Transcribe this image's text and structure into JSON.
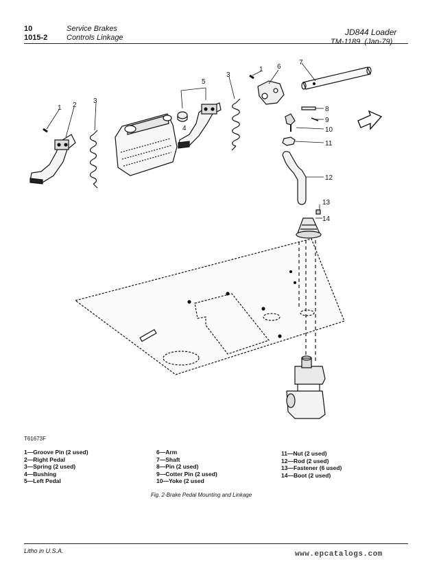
{
  "header": {
    "page_number": "10",
    "section_number": "1015-2",
    "section_title": "Service Brakes",
    "subsection_title": "Controls Linkage",
    "machine": "JD844 Loader",
    "manual": "TM-1189",
    "date": "(Jan-79)"
  },
  "figure": {
    "reference": "T61673F",
    "caption": "Fig. 2-Brake Pedal Mounting and Linkage",
    "callouts": [
      "1",
      "2",
      "3",
      "3",
      "5",
      "1",
      "6",
      "7",
      "8",
      "9",
      "10",
      "11",
      "12",
      "13",
      "14"
    ]
  },
  "legend": {
    "col1": [
      "1—Groove Pin (2 used)",
      "2—Right Pedal",
      "3—Spring (2 used)",
      "4—Bushing",
      "5—Left Pedal"
    ],
    "col2": [
      "6—Arm",
      "7—Shaft",
      "8—Pin (2 used)",
      "9—Cotter Pin (2 used)",
      "10—Yoke (2 used"
    ],
    "col3": [
      "11—Nut (2 used)",
      "12—Rod (2 used)",
      "13—Fastener (6 used)",
      "14—Boot (2 used)"
    ]
  },
  "footer": {
    "litho": "Litho in U.S.A.",
    "website": "www.epcatalogs.com"
  }
}
